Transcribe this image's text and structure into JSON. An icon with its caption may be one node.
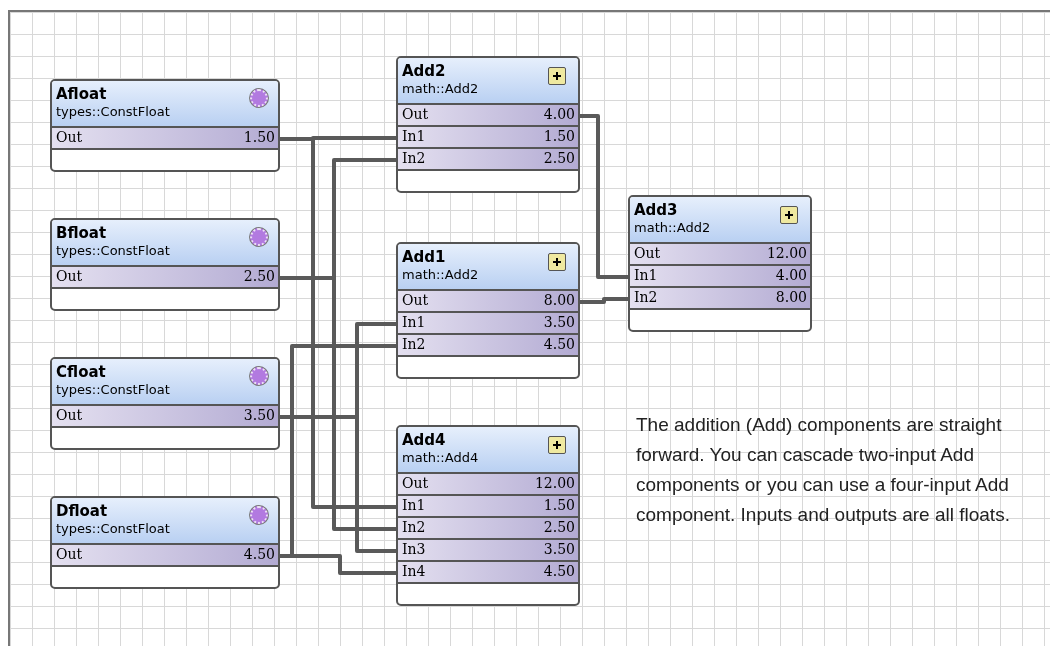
{
  "diagram": {
    "nodes": [
      {
        "text": [
          "Afloat",
          "types::ConstFloat"
        ]
      },
      {
        "text": [
          "Out",
          "1.50"
        ],
        "in": 0
      },
      {
        "text": [
          "Bfloat",
          "types::ConstFloat"
        ]
      },
      {
        "text": [
          "Out",
          "2.50"
        ],
        "in": 2
      },
      {
        "text": [
          "Cfloat",
          "types::ConstFloat"
        ]
      },
      {
        "text": [
          "Out",
          "3.50"
        ],
        "in": 4
      },
      {
        "text": [
          "Dfloat",
          "types::ConstFloat"
        ]
      },
      {
        "text": [
          "Out",
          "4.50"
        ],
        "in": 6
      },
      {
        "text": [
          "Add2",
          "math::Add2"
        ]
      },
      {
        "text": [
          "Out",
          "4.00"
        ],
        "in": 8
      },
      {
        "text": [
          "In1",
          "1.50"
        ],
        "in": 8
      },
      {
        "text": [
          "In2",
          "2.50"
        ],
        "in": 8
      },
      {
        "text": [
          "Add1",
          "math::Add2"
        ]
      },
      {
        "text": [
          "Out",
          "8.00"
        ],
        "in": 12
      },
      {
        "text": [
          "In1",
          "3.50"
        ],
        "in": 12
      },
      {
        "text": [
          "In2",
          "4.50"
        ],
        "in": 12
      },
      {
        "text": [
          "Add4",
          "math::Add4"
        ]
      },
      {
        "text": [
          "Out",
          "12.00"
        ],
        "in": 16
      },
      {
        "text": [
          "In1",
          "1.50"
        ],
        "in": 16
      },
      {
        "text": [
          "In2",
          "2.50"
        ],
        "in": 16
      },
      {
        "text": [
          "In3",
          "3.50"
        ],
        "in": 16
      },
      {
        "text": [
          "In4",
          "4.50"
        ],
        "in": 16
      },
      {
        "text": [
          "Add3",
          "math::Add2"
        ]
      },
      {
        "text": [
          "Out",
          "12.00"
        ],
        "in": 22
      },
      {
        "text": [
          "In1",
          "4.00"
        ],
        "in": 22
      },
      {
        "text": [
          "In2",
          "8.00"
        ],
        "in": 22
      }
    ],
    "edges": [
      {
        "from": 1,
        "to": 10,
        "arrow": "none"
      },
      {
        "from": 1,
        "to": 18,
        "arrow": "none"
      },
      {
        "from": 3,
        "to": 11,
        "arrow": "none"
      },
      {
        "from": 3,
        "to": 19,
        "arrow": "none"
      },
      {
        "from": 5,
        "to": 14,
        "arrow": "none"
      },
      {
        "from": 5,
        "to": 20,
        "arrow": "none"
      },
      {
        "from": 7,
        "to": 15,
        "arrow": "none"
      },
      {
        "from": 7,
        "to": 21,
        "arrow": "none"
      },
      {
        "from": 9,
        "to": 24,
        "arrow": "none"
      },
      {
        "from": 13,
        "to": 25,
        "arrow": "none"
      }
    ],
    "labels": [
      "The addition (Add) components are straight forward.  You can cascade two-input Add components or you can use a four-input Add component. Inputs and outputs are all floats."
    ]
  }
}
